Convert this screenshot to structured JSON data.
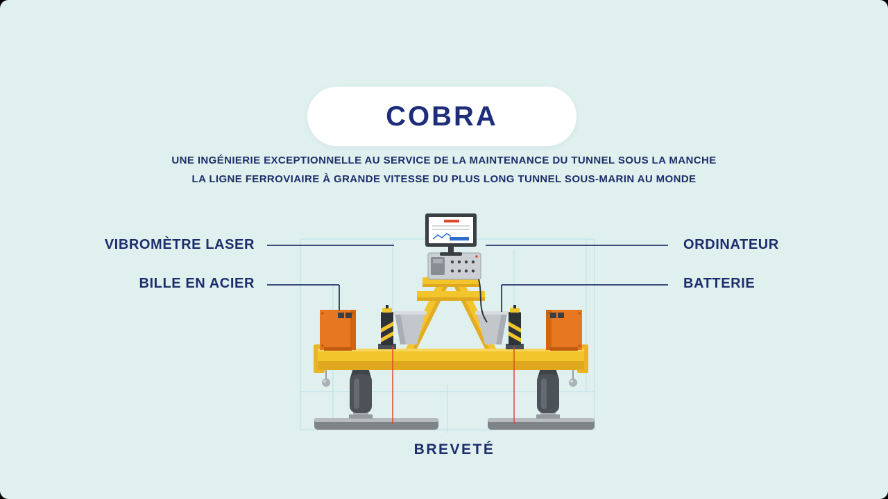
{
  "colors": {
    "background": "#dff0ee",
    "text_navy": "#1d2d6b",
    "title_navy": "#1d2d7a",
    "machine_yellow": "#f3c52c",
    "machine_yellow_dark": "#e0a81f",
    "machine_orange": "#e87722",
    "machine_orange_dark": "#d2640e",
    "machine_gray": "#c3c7cc",
    "machine_dark_gray": "#3a3f44",
    "laser_red": "#e0452a",
    "guide_blue": "#b4dde6",
    "connector_navy": "#25356f",
    "pill_white": "#ffffff"
  },
  "header": {
    "title": "COBRA",
    "subtitle_line1": "UNE INGÉNIERIE EXCEPTIONNELLE AU SERVICE DE LA MAINTENANCE DU TUNNEL SOUS LA MANCHE",
    "subtitle_line2": "LA LIGNE FERROVIAIRE À GRANDE VITESSE DU PLUS LONG TUNNEL SOUS-MARIN AU MONDE"
  },
  "callouts": {
    "vibrometre_laser": "VIBROMÈTRE LASER",
    "bille_en_acier": "BILLE EN ACIER",
    "ordinateur": "ORDINATEUR",
    "batterie": "BATTERIE"
  },
  "footer": {
    "brevete": "BREVETÉ"
  }
}
